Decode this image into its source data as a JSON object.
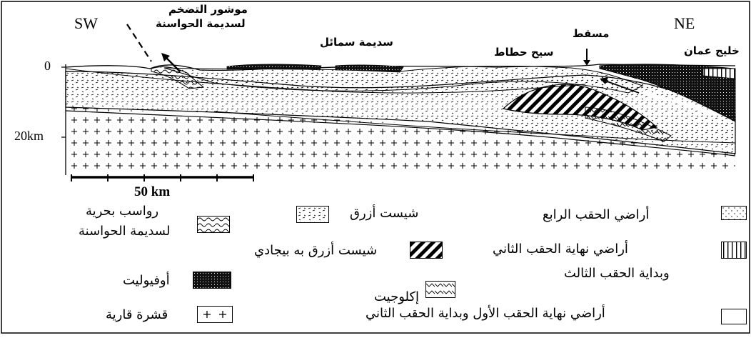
{
  "section": {
    "dir_left": "SW",
    "dir_right": "NE",
    "depth_top": "0",
    "depth_mid": "20km",
    "scale_label": "50 km",
    "place_hawasina_1": "موشور التضخم",
    "place_hawasina_2": "لسديمة الحواسنة",
    "place_semail": "سديمة سمائل",
    "place_saih_hatat": "سيح حطاط",
    "place_muscat": "مسقط",
    "place_gulf": "خليج عمان"
  },
  "legend": {
    "hawasina_sed_1": "رواسب بحرية",
    "hawasina_sed_2": "لسديمة الحواسنة",
    "ophiolite": "أوفيوليت",
    "crust": "قشرة قارية",
    "blueschist": "شيست أزرق",
    "blueschist_garnet": "شيست أزرق به بيجادي",
    "eclogite": "إكلوجيت",
    "quaternary": "أراضي الحقب الرابع",
    "late_primary_1": "أراضي نهاية الحقب الثاني",
    "late_primary_2": "وبداية الحقب الثالث",
    "late_first": "أراضي نهاية الحقب الأول وبداية الحقب الثاني"
  },
  "colors": {
    "ink": "#000000",
    "paper": "#ffffff",
    "ophiolite": "#111111"
  }
}
